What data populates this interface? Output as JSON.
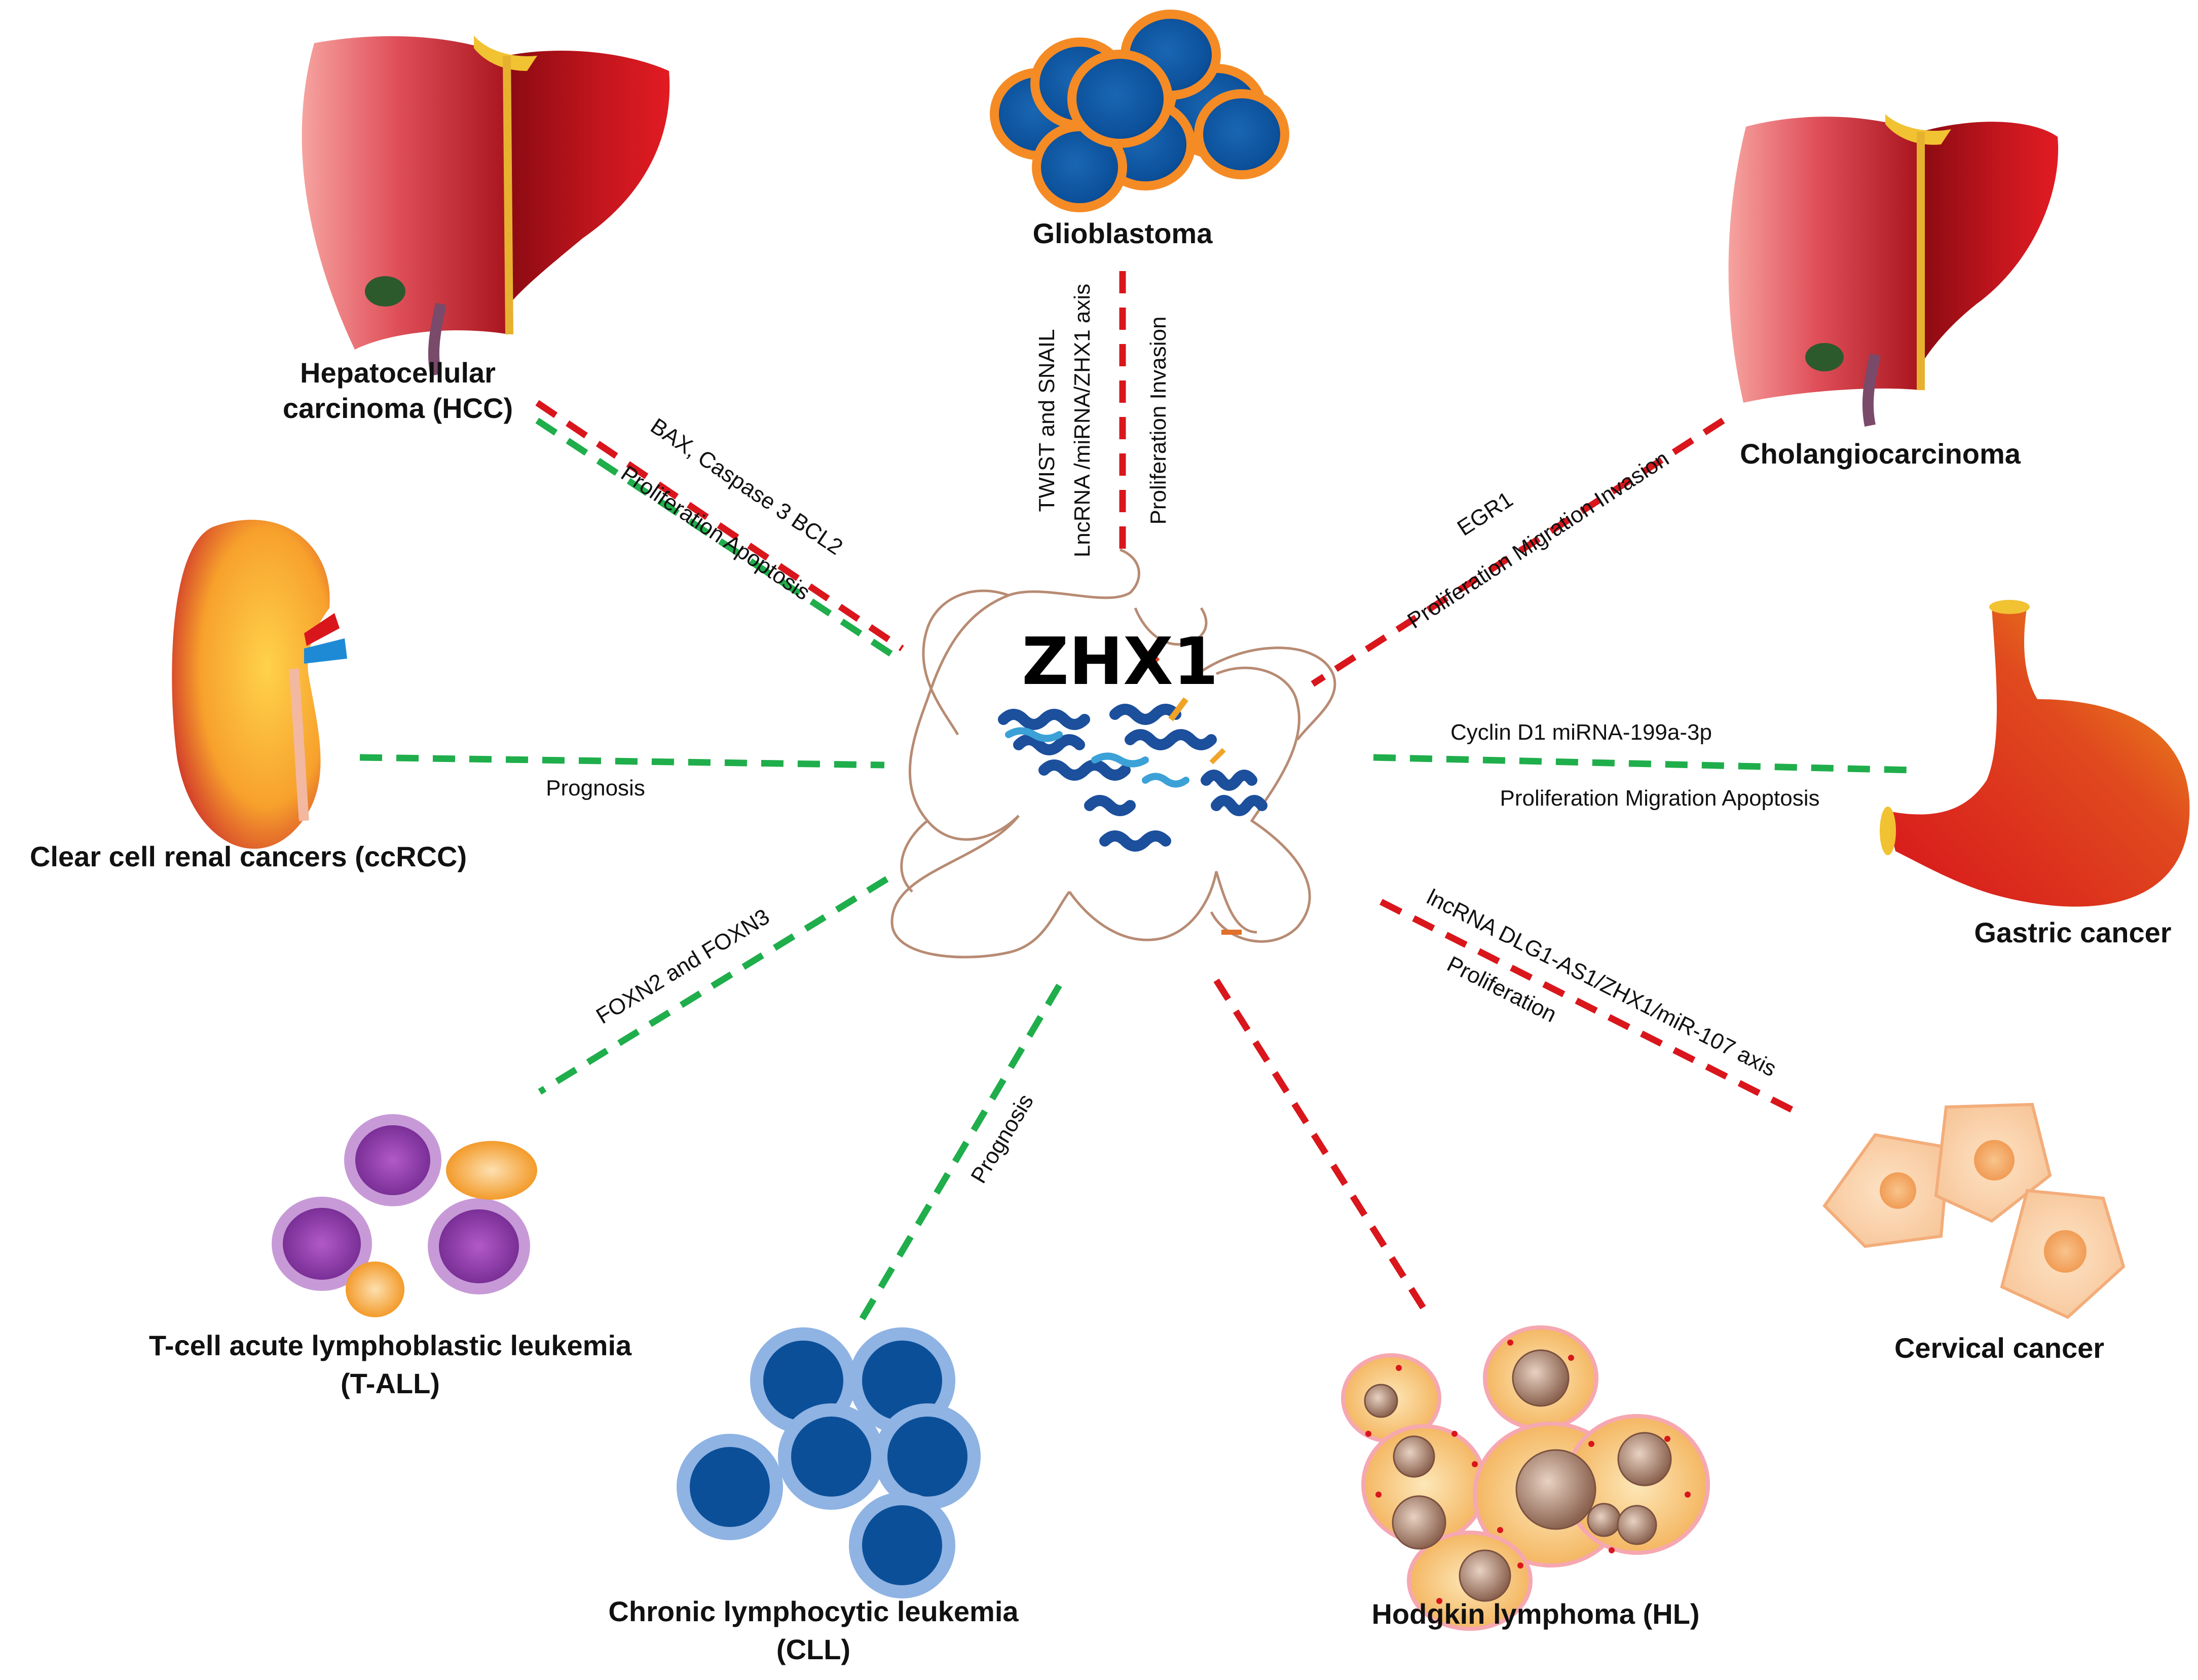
{
  "center": {
    "label": "ZHX1"
  },
  "colors": {
    "promote": "#d9161c",
    "suppress": "#1fae4b",
    "protein_loop": "#b78b73",
    "protein_helix": "#1c4f9c"
  },
  "diseases": {
    "hcc": {
      "line1": "Hepatocellular",
      "line2": "carcinoma (HCC)",
      "icon": "liver-icon"
    },
    "glioblastoma": {
      "line1": "Glioblastoma",
      "icon": "glioblastoma-cells-icon"
    },
    "cholangiocarcinoma": {
      "line1": "Cholangiocarcinoma",
      "icon": "liver-icon"
    },
    "ccrcc": {
      "line1": "Clear cell renal cancers (ccRCC)",
      "icon": "kidney-icon"
    },
    "gastric": {
      "line1": "Gastric cancer",
      "icon": "stomach-icon"
    },
    "tall": {
      "line1": "T-cell acute lymphoblastic leukemia",
      "line2": "(T-ALL)",
      "icon": "lymphoblast-cells-icon"
    },
    "cll": {
      "line1": "Chronic lymphocytic leukemia",
      "line2": "(CLL)",
      "icon": "lymphocyte-cells-icon"
    },
    "hl": {
      "line1": "Hodgkin lymphoma (HL)",
      "icon": "hodgkin-cells-icon"
    },
    "cervical": {
      "line1": "Cervical cancer",
      "icon": "cervical-cells-icon"
    }
  },
  "edges": {
    "hcc": {
      "label_a": "BAX, Caspase 3  BCL2",
      "label_b": "Proliferation Apoptosis"
    },
    "glioblastoma": {
      "label_a": "TWIST and SNAIL",
      "label_b": "LncRNA /miRNA/ZHX1 axis",
      "label_c": "Proliferation Invasion"
    },
    "cholangiocarcinoma": {
      "label_a": "EGR1",
      "label_b": "Proliferation Migration Invasion"
    },
    "ccrcc": {
      "label_a": "Prognosis"
    },
    "gastric": {
      "label_a": "Cyclin D1 miRNA-199a-3p",
      "label_b": "Proliferation Migration Apoptosis"
    },
    "tall": {
      "label_a": "FOXN2 and FOXN3"
    },
    "cll": {
      "label_a": "Prognosis"
    },
    "cervical": {
      "label_a": "lncRNA DLG1-AS1/ZHX1/miR-107 axis",
      "label_b": "Proliferation"
    }
  }
}
